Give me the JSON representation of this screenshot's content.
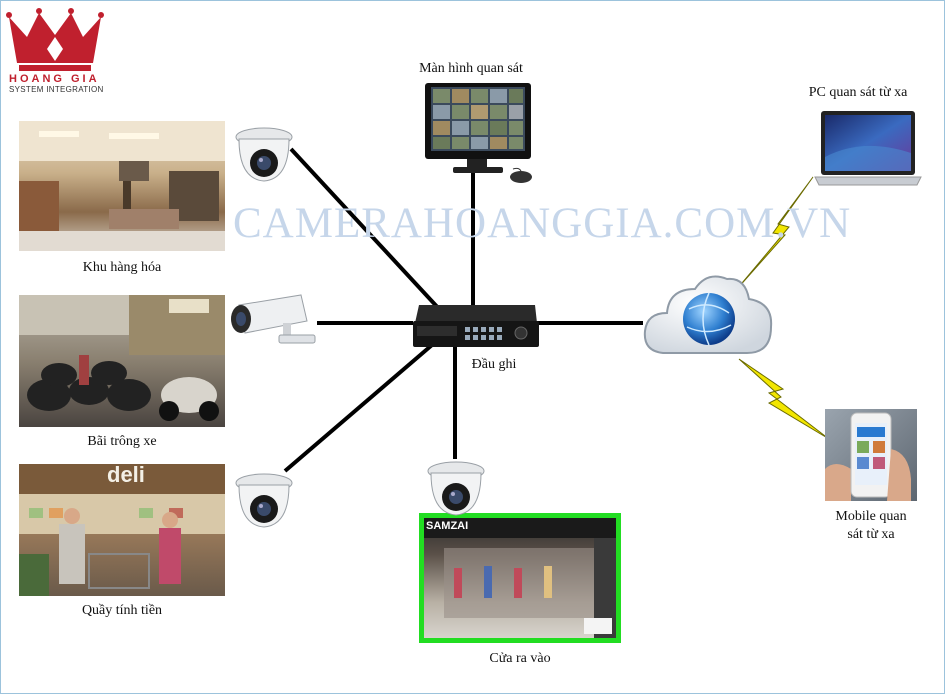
{
  "logo": {
    "name": "HOANG GIA",
    "tagline": "SYSTEM INTEGRATION"
  },
  "watermark": "CAMERAHOANGGIA.COM.VN",
  "nodes": {
    "dvr": "Đầu ghi",
    "monitor": "Màn hình quan sát",
    "pc": "PC quan sát từ xa",
    "mobile_line1": "Mobile quan",
    "mobile_line2": "sát từ xa",
    "store": "Khu hàng hóa",
    "parking": "Bãi trông xe",
    "cashier": "Quầy tính tiền",
    "entrance": "Cửa ra vào"
  },
  "photo_signs": {
    "deli": "deli",
    "samzai": "SAMZAI"
  },
  "colors": {
    "accent": "#c0202e",
    "watermark": "#c6d6ea",
    "link": "#000000",
    "lightning": "#f2e600",
    "entrance_frame": "#22dd22"
  }
}
